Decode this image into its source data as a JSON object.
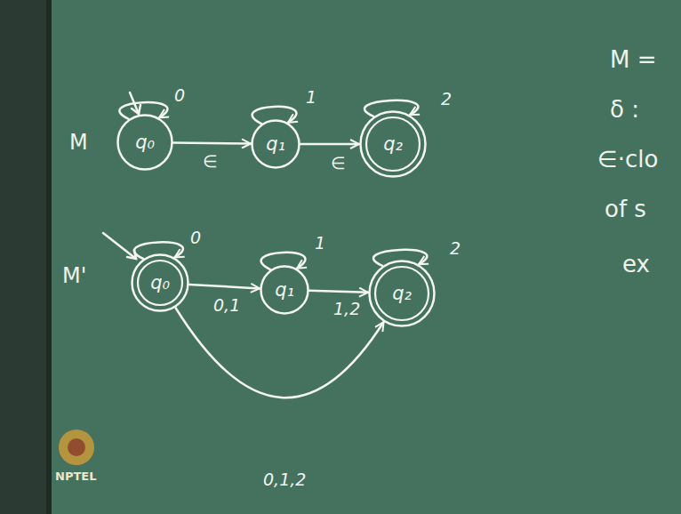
{
  "diagram": {
    "nodes": [
      {
        "text": [
          "q₀"
        ]
      },
      {
        "text": [
          "q₁"
        ]
      },
      {
        "text": [
          "q₂"
        ]
      },
      {
        "text": [
          "q₀"
        ]
      },
      {
        "text": [
          "q₁"
        ]
      },
      {
        "text": [
          "q₂"
        ]
      }
    ],
    "edges": [
      {
        "from": 0,
        "to": 0,
        "label": "0",
        "arrow": "to"
      },
      {
        "from": 1,
        "to": 1,
        "label": "1",
        "arrow": "to"
      },
      {
        "from": 2,
        "to": 2,
        "label": "2",
        "arrow": "to"
      },
      {
        "from": 0,
        "to": 1,
        "label": "∈",
        "arrow": "to"
      },
      {
        "from": 1,
        "to": 2,
        "label": "∈",
        "arrow": "to"
      },
      {
        "from": 3,
        "to": 3,
        "label": "0",
        "arrow": "to"
      },
      {
        "from": 4,
        "to": 4,
        "label": "1",
        "arrow": "to"
      },
      {
        "from": 5,
        "to": 5,
        "label": "2",
        "arrow": "to"
      },
      {
        "from": 3,
        "to": 4,
        "label": "0,1",
        "arrow": "to"
      },
      {
        "from": 4,
        "to": 5,
        "label": "1,2",
        "arrow": "to"
      },
      {
        "from": 3,
        "to": 5,
        "label": "0,1,2",
        "arrow": "to"
      }
    ],
    "labels": [
      "M",
      "M'",
      "M =",
      "δ :",
      "∈·clo",
      "of s",
      "ex",
      "NPTEL"
    ]
  }
}
